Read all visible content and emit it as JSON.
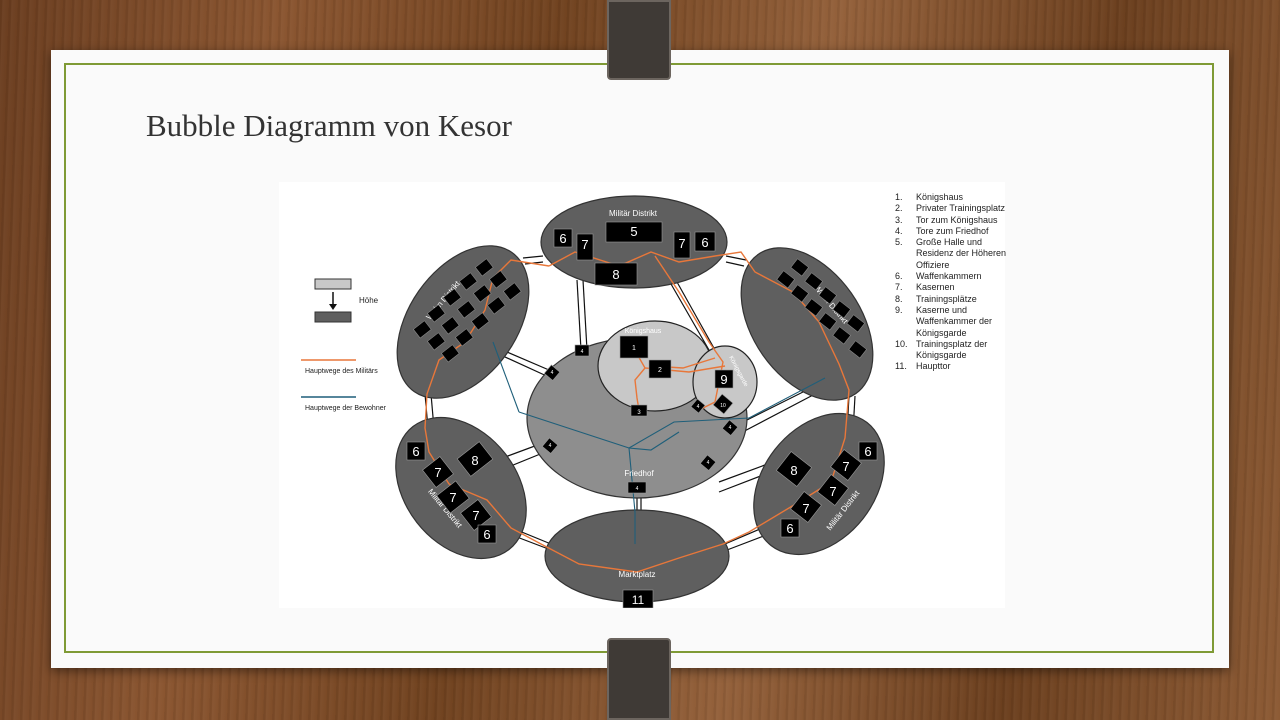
{
  "slide": {
    "title": "Bubble Diagramm von Kesor"
  },
  "colors": {
    "military_path": "#e8773a",
    "resident_path": "#1f5f7a",
    "frame": "#7f9a35",
    "district_fill": "#5f5f5f",
    "inner_fill": "#8e8e8e"
  },
  "icons": {
    "height_arrow": "arrow-down-icon"
  },
  "diagram": {
    "height_label": "Höhe",
    "military_path_label": "Hauptwege des Militärs",
    "resident_path_label": "Hauptwege der Bewohner",
    "districts": {
      "military_top": "Militär Distrikt",
      "residential_left": "Wohn Distrikt",
      "residential_right": "Wohn Distrikt",
      "military_left": "Militär Distrikt",
      "military_right": "Militär Distrikt",
      "marketplace": "Marktplatz",
      "cemetery": "Friedhof",
      "royal_house": "Königshaus",
      "royal_guard": "Königsgarde"
    },
    "markers": {
      "m1": "1",
      "m2": "2",
      "m3": "3",
      "m4": "4",
      "m5": "5",
      "m6": "6",
      "m7": "7",
      "m8": "8",
      "m9": "9",
      "m10": "10",
      "m11": "11"
    }
  },
  "legend": {
    "items": [
      {
        "num": "1.",
        "text": "Königshaus"
      },
      {
        "num": "2.",
        "text": "Privater Trainingsplatz"
      },
      {
        "num": "3.",
        "text": "Tor zum Königshaus"
      },
      {
        "num": "4.",
        "text": "Tore zum Friedhof"
      },
      {
        "num": "5.",
        "text": "Große Halle und Residenz der Höheren Offiziere"
      },
      {
        "num": "6.",
        "text": "Waffenkammern"
      },
      {
        "num": "7.",
        "text": "Kasernen"
      },
      {
        "num": "8.",
        "text": "Trainingsplätze"
      },
      {
        "num": "9.",
        "text": "Kaserne und Waffenkammer der Königsgarde"
      },
      {
        "num": "10.",
        "text": "Trainingsplatz der Königsgarde"
      },
      {
        "num": "11.",
        "text": "Haupttor"
      }
    ]
  }
}
